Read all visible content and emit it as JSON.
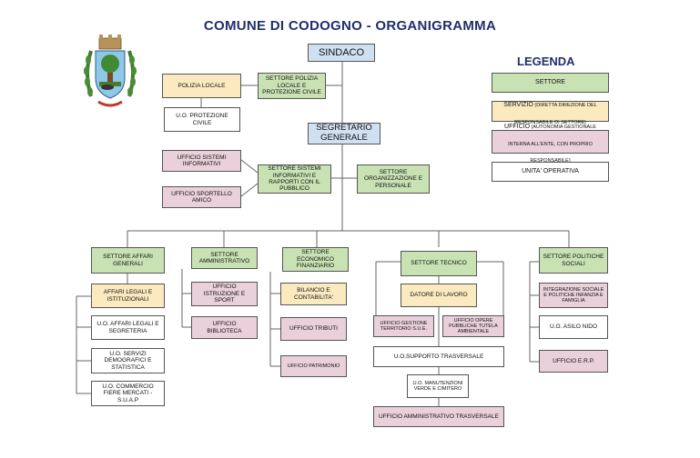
{
  "title": "COMUNE DI CODOGNO - ORGANIGRAMMA",
  "legend": {
    "title": "LEGENDA",
    "settore": "SETTORE",
    "servizio_head": "SERVIZIO",
    "servizio_note": " (DIRETTA DIREZIONE DEL RESPONSABILE DI SETTORE)",
    "ufficio_head": "UFFICIO",
    "ufficio_note": " (AUTONOMIA GESTIONALE INTERNA ALL'ENTE, CON PROPRIO RESPONSABILE)",
    "unita": "UNITA' OPERATIVA"
  },
  "top": {
    "sindaco": "SINDACO",
    "segretario": "SEGRETARIO GENERALE",
    "polizia_locale": "POLIZIA LOCALE",
    "settore_polizia": "SETTORE POLIZIA LOCALE E PROTEZIONE CIVILE",
    "uo_protezione": "U.O. PROTEZIONE CIVILE",
    "ufficio_sistemi": "UFFICIO SISTEMI INFORMATIVI",
    "ufficio_sportello": "UFFICIO SPORTELLO AMICO",
    "settore_sistemi": "SETTORE SISTEMI INFORMATIVI E RAPPORTI CON IL PUBBLICO",
    "settore_organizzazione": "SETTORE ORGANIZZAZIONE E PERSONALE"
  },
  "columns": {
    "affari": {
      "head": "SETTORE AFFARI GENERALI",
      "items": [
        "AFFARI LEGALI E ISTITUZIONALI",
        "U.O. AFFARI LEGALI E SEGRETERIA",
        "U.O. SERVIZI DEMOGRAFICI E STATISTICA",
        "U.O. COMMERCIO FIERE MERCATI - S.U.A.P"
      ]
    },
    "amministrativo": {
      "head": "SETTORE AMMINISTRATIVO",
      "items": [
        "UFFICIO ISTRUZIONE E SPORT",
        "UFFICIO BIBLIOTECA"
      ]
    },
    "economico": {
      "head": "SETTORE ECONOMICO FINANZIARIO",
      "items": [
        "BILANCIO E CONTABILITA'",
        "UFFICIO TRIBUTI",
        "UFFICIO PATRIMONIO"
      ]
    },
    "tecnico": {
      "head": "SETTORE TECNICO",
      "items": [
        "DATORE DI LAVORO",
        "UFFICIO GESTIONE TERRITORIO S.U.E.",
        "UFFICIO OPERE PUBBLICHE TUTELA AMBIENTALE",
        "U.O.SUPPORTO TRASVERSALE",
        "U.O. MANUTENZIONI VERDE E CIMITERO",
        "UFFICIO AMMINISTRATIVO TRASVERSALE"
      ]
    },
    "sociali": {
      "head": "SETTORE POLITICHE SOCIALI",
      "items": [
        "INTEGRAZIONE SOCIALE E POLITICHE INFANZIA E FAMIGLIA",
        "U.O. ASILO NIDO",
        "UFFICIO E.R.P."
      ]
    }
  }
}
